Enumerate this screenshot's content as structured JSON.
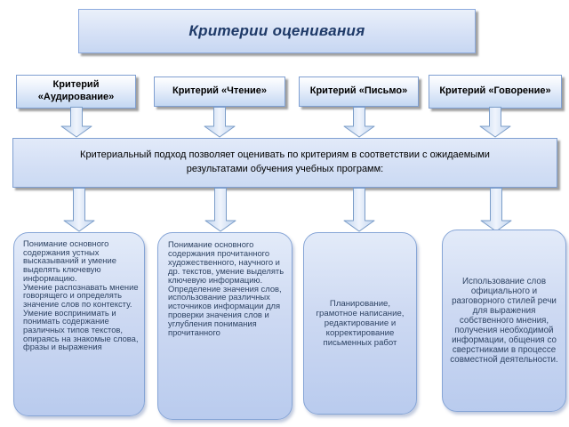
{
  "slide": {
    "title": "Критерии оценивания",
    "criteria": [
      {
        "label": "Критерий «Аудирование»"
      },
      {
        "label": "Критерий «Чтение»"
      },
      {
        "label": "Критерий «Письмо»"
      },
      {
        "label": "Критерий «Говорение»"
      }
    ],
    "statement": "Критериальный подход позволяет оценивать по критериям в соответствии с ожидаемыми результатами обучения учебных программ:",
    "details": [
      {
        "text": "Понимание основного содержания устных высказываний и умение выделять ключевую информацию.\nУмение распознавать мнение говорящего и определять значение слов по контексту.\nУмение воспринимать и понимать содержание различных типов текстов, опираясь на знакомые слова, фразы и выражения"
      },
      {
        "text": "Понимание основного содержания прочитанного художественного, научного и др. текстов, умение выделять ключевую информацию.\nОпределение значения слов, использование различных источников информации для проверки значения слов и углубления понимания прочитанного"
      },
      {
        "text": "Планирование, грамотное написание, редактирование и корректирование письменных работ"
      },
      {
        "text": "Использование слов официального и разговорного стилей речи для выражения собственного мнения, получения необходимой информации, общения со сверстниками в процессе совместной деятельности."
      }
    ],
    "colors": {
      "box_border": "#7f9fd1",
      "box_fill_light": "#dce6f7",
      "box_fill_deep": "#b9cbee",
      "title_text": "#1f3a68",
      "body_text": "#000000",
      "detail_text": "#2f4464",
      "arrow_border": "#7a9cc8",
      "shadow": "#505050"
    }
  }
}
